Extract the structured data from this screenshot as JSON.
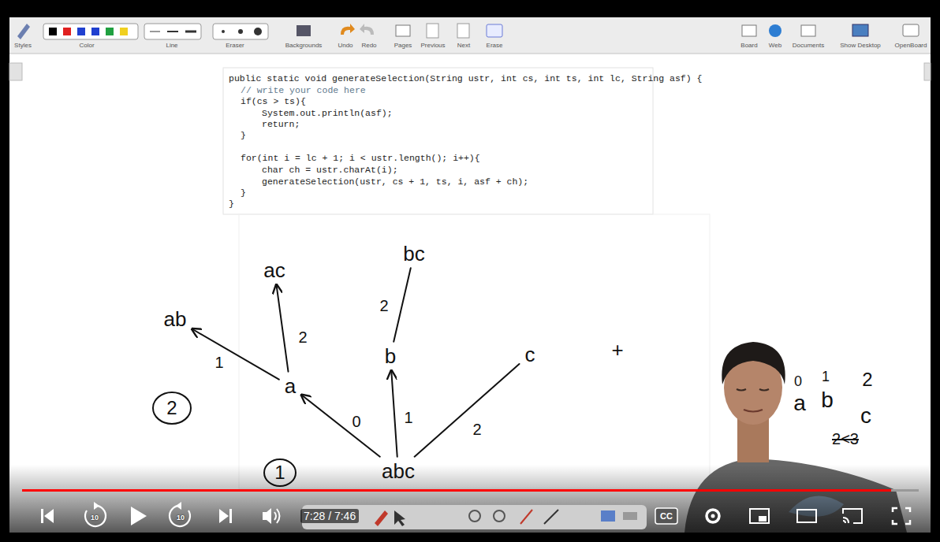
{
  "diagram": {
    "nodes": [
      {
        "text": [
          "abc"
        ]
      },
      {
        "text": [
          "a"
        ]
      },
      {
        "text": [
          "b"
        ]
      },
      {
        "text": [
          "c"
        ]
      },
      {
        "text": [
          "ab"
        ]
      },
      {
        "text": [
          "ac"
        ]
      },
      {
        "text": [
          "bc"
        ]
      }
    ],
    "edges": [
      {
        "from": 0,
        "to": 1,
        "label": "0",
        "arrow": "to"
      },
      {
        "from": 0,
        "to": 2,
        "label": "1",
        "arrow": "to"
      },
      {
        "from": 0,
        "to": 3,
        "label": "2",
        "arrow": "none"
      },
      {
        "from": 1,
        "to": 4,
        "label": "1",
        "arrow": "to"
      },
      {
        "from": 1,
        "to": 5,
        "label": "2",
        "arrow": "to"
      },
      {
        "from": 2,
        "to": 6,
        "label": "2",
        "arrow": "none"
      }
    ],
    "labels": [
      "Styles",
      "Color",
      "Line",
      "Eraser",
      "Backgrounds",
      "Undo",
      "Redo",
      "Pages",
      "Previous",
      "Next",
      "Erase",
      "Board",
      "Web",
      "Documents",
      "Show Desktop",
      "OpenBoard",
      "public static void generateSelection(String ustr, int cs, int ts, int lc, String asf) {",
      "// write your code here",
      "if(cs > ts){",
      "System.out.println(asf);",
      "return;",
      "}",
      "for(int i = lc + 1; i < ustr.length(); i++){",
      "char ch = ustr.charAt(i);",
      "generateSelection(ustr, cs + 1, ts, i, asf + ch);",
      "}",
      "}",
      "2",
      "1",
      "+",
      "0",
      "1",
      "2",
      "a",
      "b",
      "c",
      "2<3",
      "7:28 / 7:46",
      "10",
      "10",
      "CC"
    ]
  }
}
